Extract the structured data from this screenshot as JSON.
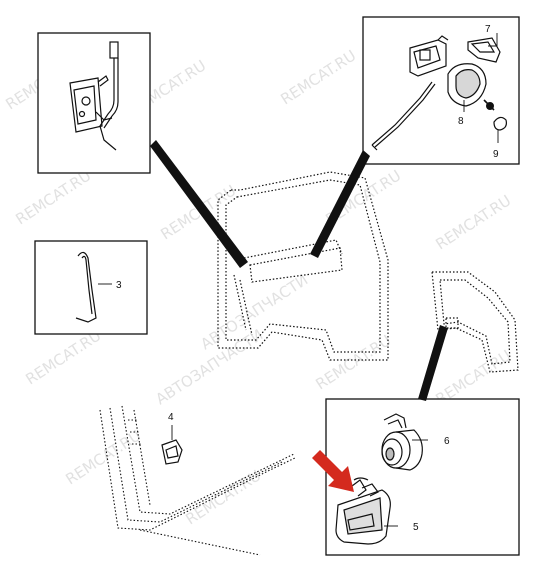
{
  "callouts": {
    "n3": "3",
    "n4": "4",
    "n5": "5",
    "n6": "6",
    "n7": "7",
    "n8": "8",
    "n9": "9"
  },
  "watermarks": {
    "remcat": "REMCAT.RU",
    "avtozap": "АВТОЗАПЧАСТИ"
  },
  "colors": {
    "line": "#111111",
    "arrow": "#d42a1e",
    "watermark": "#c9c9c9"
  }
}
